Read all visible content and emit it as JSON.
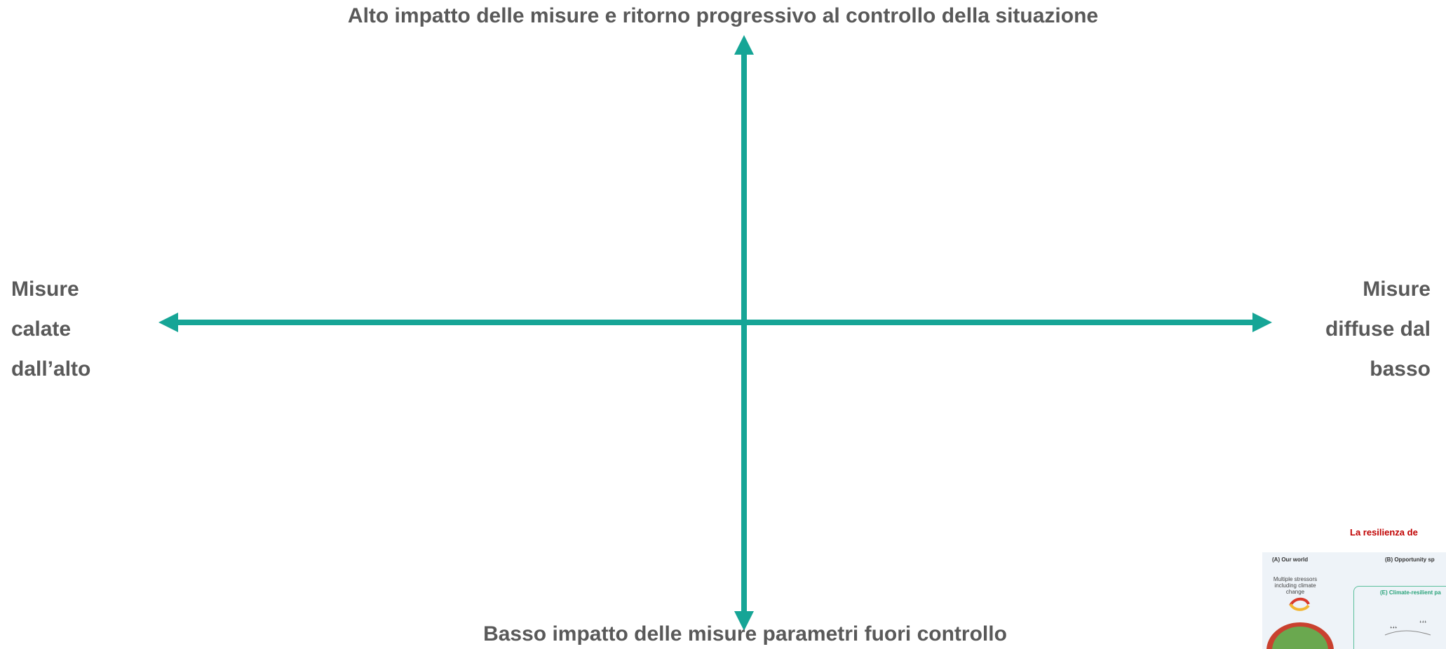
{
  "diagram": {
    "top_label": "Alto impatto delle misure e ritorno progressivo al controllo della situazione",
    "bottom_label": "Basso impatto delle misure parametri fuori controllo",
    "left_label": [
      "Misure",
      "calate",
      "dall’alto"
    ],
    "right_label": [
      "Misure",
      "diffuse dal",
      "basso"
    ],
    "axis_color": "#16a596",
    "text_color": "#595959"
  },
  "inset_figure": {
    "title": "La resilienza de",
    "panel_a": "(A) Our world",
    "panel_b": "(B) Opportunity sp",
    "stressors": "Multiple stressors including climate change",
    "pathway": "(E) Climate-resilient pa",
    "title_color": "#c00000"
  }
}
